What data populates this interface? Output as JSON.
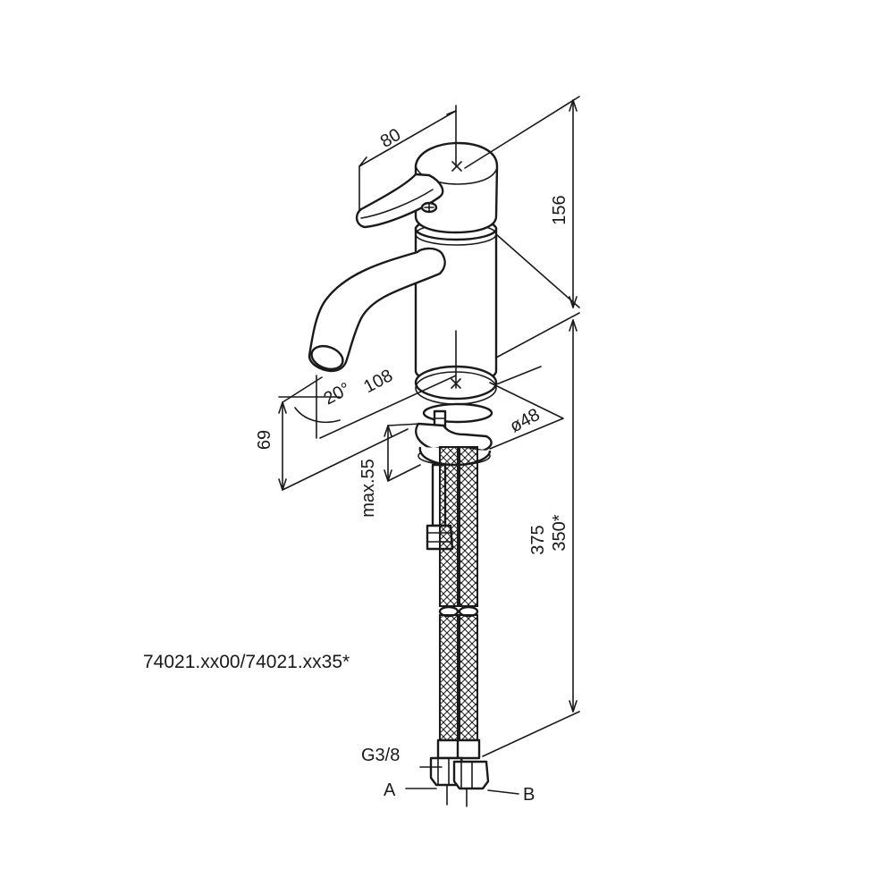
{
  "dimensions": {
    "handle_width": "80",
    "body_height": "156",
    "spout_reach": "108",
    "spout_angle": "20°",
    "spout_height": "69",
    "base_diameter": "ø48",
    "max_thickness": "max.55",
    "hose_length": "375",
    "hose_length_alt": "350*"
  },
  "labels": {
    "model": "74021.xx00/74021.xx35*",
    "thread": "G3/8",
    "port_a": "A",
    "port_b": "B"
  }
}
